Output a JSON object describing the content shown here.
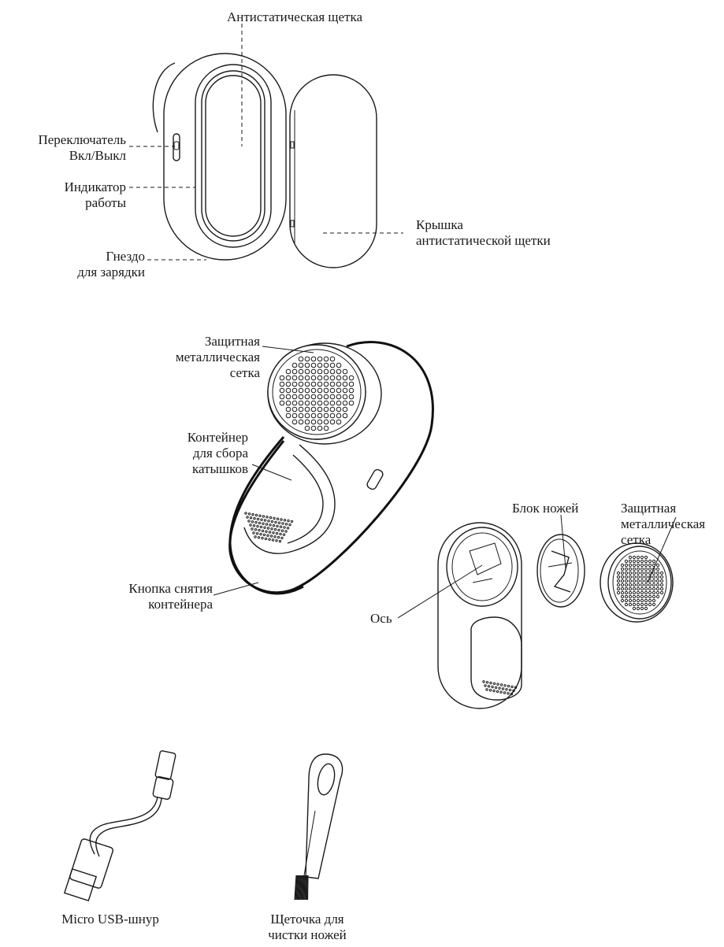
{
  "labels": {
    "antistatic_brush": "Антистатическая щетка",
    "power_switch": "Переключатель\nВкл/Выкл",
    "work_indicator": "Индикатор\nработы",
    "charging_socket": "Гнездо\nдля зарядки",
    "brush_cover": "Крышка\nантистатической щетки",
    "metal_mesh_top": "Защитная\nметаллическая\nсетка",
    "container": "Контейнер\nдля сбора\nкатышков",
    "container_release": "Кнопка снятия\nконтейнера",
    "blade_block": "Блок ножей",
    "metal_mesh_right": "Защитная\nметаллическая\nсетка",
    "axis": "Ось",
    "usb_cable": "Micro USB-шнур",
    "cleaning_brush": "Щеточка для\nчистки ножей"
  }
}
